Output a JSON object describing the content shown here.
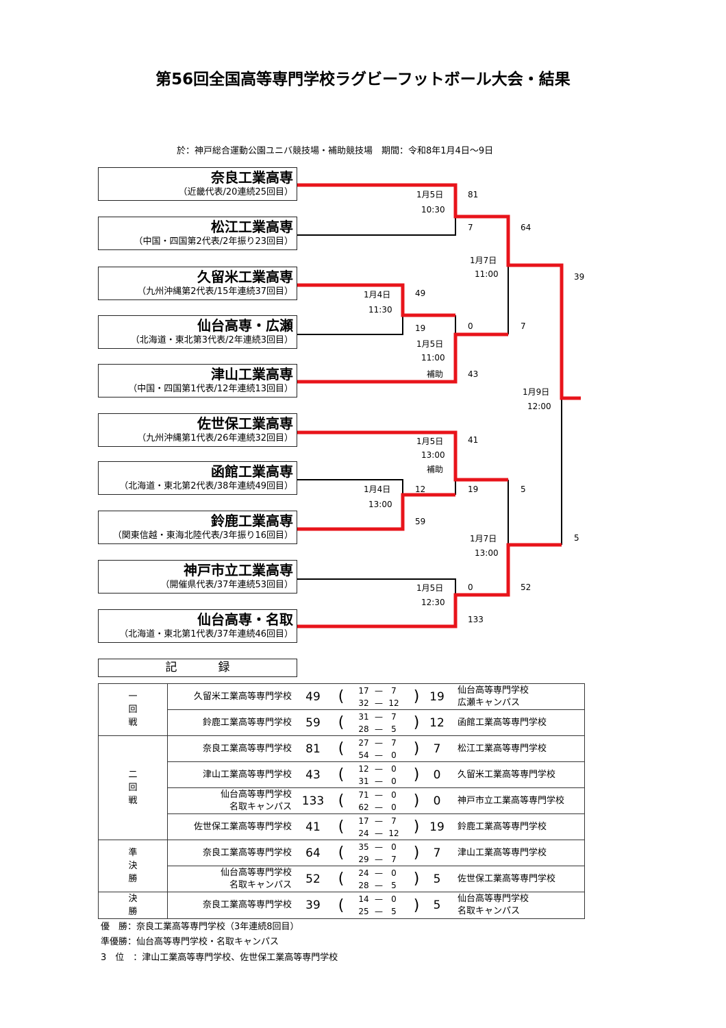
{
  "title": "第56回全国高等専門学校ラグビーフットボール大会・結果",
  "venue_line": "於：神戸総合運動公園ユニバ競技場・補助競技場　期間：令和8年1月4日～9日",
  "teams": [
    {
      "name": "奈良工業高専",
      "sub": "（近畿代表/20連続25回目）"
    },
    {
      "name": "松江工業高専",
      "sub": "（中国・四国第2代表/2年振り23回目）"
    },
    {
      "name": "久留米工業高専",
      "sub": "（九州沖縄第2代表/15年連続37回目）"
    },
    {
      "name": "仙台高専・広瀬",
      "sub": "（北海道・東北第3代表/2年連続3回目）"
    },
    {
      "name": "津山工業高専",
      "sub": "（中国・四国第1代表/12年連続13回目）"
    },
    {
      "name": "佐世保工業高専",
      "sub": "（九州沖縄第1代表/26年連続32回目）"
    },
    {
      "name": "函館工業高専",
      "sub": "（北海道・東北第2代表/38年連続49回目）"
    },
    {
      "name": "鈴鹿工業高専",
      "sub": "（関東信越・東海北陸代表/3年振り16回目）"
    },
    {
      "name": "神戸市立工業高専",
      "sub": "（開催県代表/37年連続53回目）"
    },
    {
      "name": "仙台高専・名取",
      "sub": "（北海道・東北第1代表/37年連続46回目）"
    }
  ],
  "matches": {
    "m1": {
      "date": "1月5日",
      "time": "10:30",
      "top": "81",
      "bottom": "7"
    },
    "m2": {
      "date": "1月4日",
      "time": "11:30",
      "top": "49",
      "bottom": "19"
    },
    "m3": {
      "date": "1月5日",
      "time": "11:00",
      "venue": "補助",
      "top": "0",
      "bottom": "43"
    },
    "m4": {
      "date": "1月5日",
      "time": "13:00",
      "venue": "補助",
      "top": "41",
      "bottom": "19"
    },
    "m5": {
      "date": "1月4日",
      "time": "13:00",
      "top": "12",
      "bottom": "59"
    },
    "m6": {
      "date": "1月5日",
      "time": "12:30",
      "top": "0",
      "bottom": "133"
    },
    "sf1": {
      "date": "1月7日",
      "time": "11:00",
      "top": "64",
      "bottom": "7"
    },
    "sf2": {
      "date": "1月7日",
      "time": "13:00",
      "top": "5",
      "bottom": "52"
    },
    "final": {
      "date": "1月9日",
      "time": "12:00",
      "top": "39",
      "bottom": "5"
    }
  },
  "colors": {
    "winner_line": "#e8141b",
    "loser_line": "#000000"
  },
  "record_heading": "記録",
  "results": [
    {
      "round": "一回戦",
      "games": [
        {
          "left": [
            "久留米工業高等専門学校"
          ],
          "ls": "49",
          "h1": [
            "17",
            "7"
          ],
          "h2": [
            "32",
            "12"
          ],
          "rs": "19",
          "right": [
            "仙台高等専門学校",
            "広瀬キャンパス"
          ]
        },
        {
          "left": [
            "鈴鹿工業高等専門学校"
          ],
          "ls": "59",
          "h1": [
            "31",
            "7"
          ],
          "h2": [
            "28",
            "5"
          ],
          "rs": "12",
          "right": [
            "函館工業高等専門学校"
          ]
        }
      ]
    },
    {
      "round": "二回戦",
      "games": [
        {
          "left": [
            "奈良工業高等専門学校"
          ],
          "ls": "81",
          "h1": [
            "27",
            "7"
          ],
          "h2": [
            "54",
            "0"
          ],
          "rs": "7",
          "right": [
            "松江工業高等専門学校"
          ]
        },
        {
          "left": [
            "津山工業高等専門学校"
          ],
          "ls": "43",
          "h1": [
            "12",
            "0"
          ],
          "h2": [
            "31",
            "0"
          ],
          "rs": "0",
          "right": [
            "久留米工業高等専門学校"
          ]
        },
        {
          "left": [
            "仙台高等専門学校",
            "名取キャンパス"
          ],
          "ls": "133",
          "h1": [
            "71",
            "0"
          ],
          "h2": [
            "62",
            "0"
          ],
          "rs": "0",
          "right": [
            "神戸市立工業高等専門学校"
          ]
        },
        {
          "left": [
            "佐世保工業高等専門学校"
          ],
          "ls": "41",
          "h1": [
            "17",
            "7"
          ],
          "h2": [
            "24",
            "12"
          ],
          "rs": "19",
          "right": [
            "鈴鹿工業高等専門学校"
          ]
        }
      ]
    },
    {
      "round": "準決勝",
      "games": [
        {
          "left": [
            "奈良工業高等専門学校"
          ],
          "ls": "64",
          "h1": [
            "35",
            "0"
          ],
          "h2": [
            "29",
            "7"
          ],
          "rs": "7",
          "right": [
            "津山工業高等専門学校"
          ]
        },
        {
          "left": [
            "仙台高等専門学校",
            "名取キャンパス"
          ],
          "ls": "52",
          "h1": [
            "24",
            "0"
          ],
          "h2": [
            "28",
            "5"
          ],
          "rs": "5",
          "right": [
            "佐世保工業高等専門学校"
          ]
        }
      ]
    },
    {
      "round": "決勝",
      "games": [
        {
          "left": [
            "奈良工業高等専門学校"
          ],
          "ls": "39",
          "h1": [
            "14",
            "0"
          ],
          "h2": [
            "25",
            "5"
          ],
          "rs": "5",
          "right": [
            "仙台高等専門学校",
            "名取キャンパス"
          ]
        }
      ]
    }
  ],
  "summary": {
    "champion": "優　勝：奈良工業高等専門学校（3年連続8回目）",
    "runner_up": "準優勝：仙台高等専門学校・名取キャンパス",
    "third": "3　位　：津山工業高等専門学校、佐世保工業高等専門学校"
  }
}
